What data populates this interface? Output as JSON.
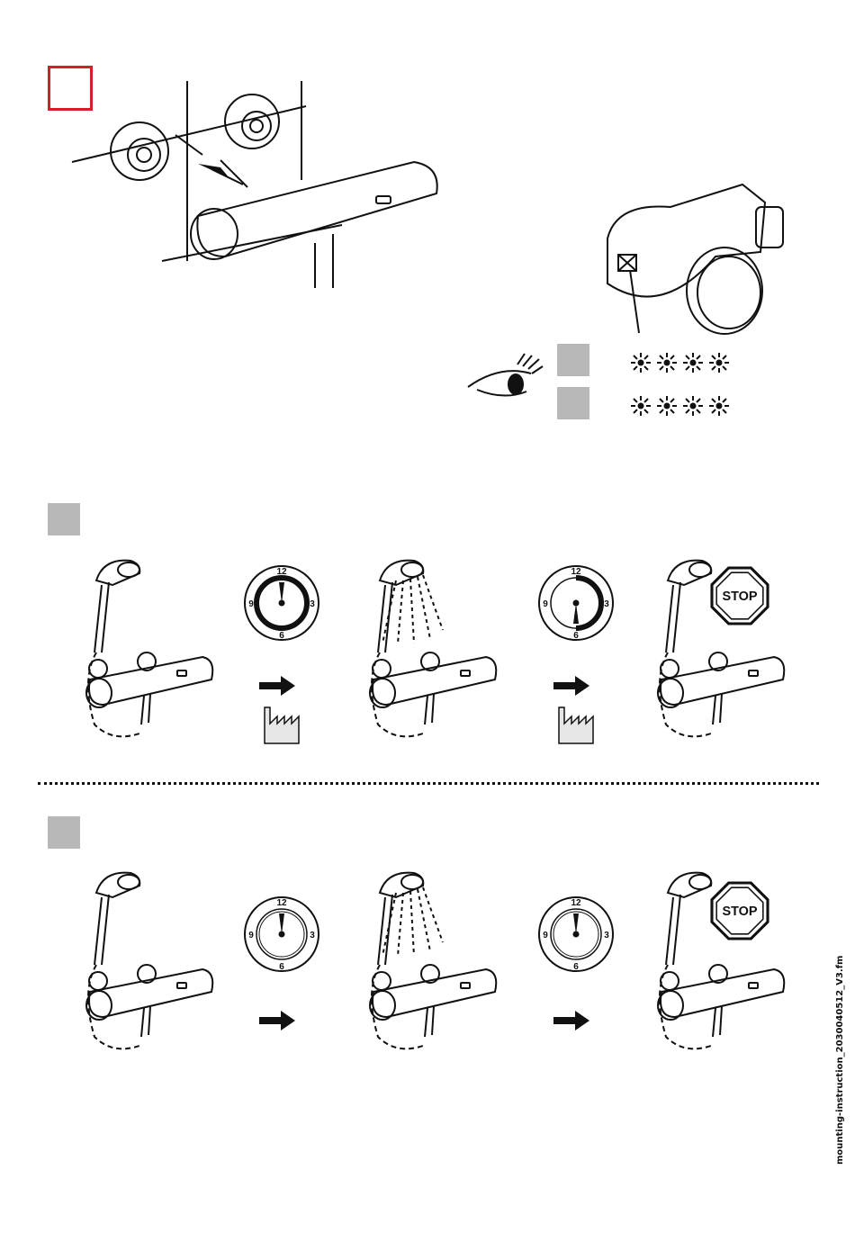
{
  "document": {
    "footer_filename": "mounting-instruction_2030040512_V3.fm"
  },
  "step_markers": {
    "red_marker": "red-square",
    "gray_markers": [
      "gray-square",
      "gray-square",
      "gray-square",
      "gray-square"
    ]
  },
  "dials": {
    "labels": [
      "12",
      "3",
      "6",
      "9"
    ]
  },
  "stop_sign": {
    "label": "STOP"
  },
  "colors": {
    "red_marker": "#d31f26",
    "gray_marker": "#b8b8b8",
    "line": "#111111"
  }
}
